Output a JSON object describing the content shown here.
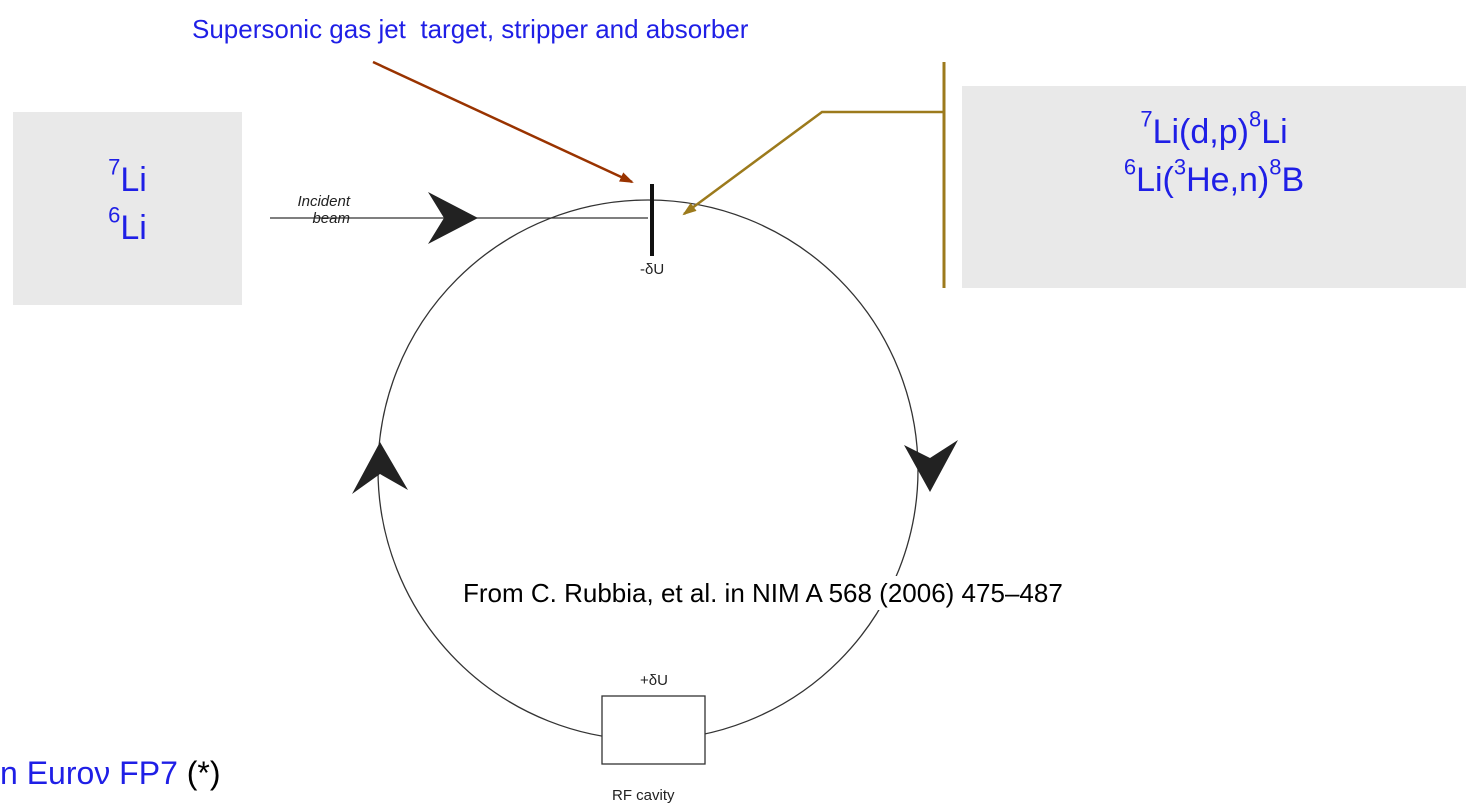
{
  "title": "Supersonic gas jet  target, stripper and absorber",
  "left_box": {
    "lines": [
      {
        "sup": "7",
        "text": "Li"
      },
      {
        "sup": "6",
        "text": "Li"
      }
    ]
  },
  "right_box": {
    "line1": {
      "sup1": "7",
      "text1": "Li(d,p)",
      "sup2": "8",
      "text2": "Li"
    },
    "line2": {
      "sup1": "6",
      "text1": "Li(",
      "sup2": "3",
      "text2": "He,n)",
      "sup3": "8",
      "text3": "B"
    }
  },
  "diagram": {
    "incident_label_1": "Incident",
    "incident_label_2": "beam",
    "minus_du": "-δU",
    "plus_du": "+δU",
    "rf_cavity": "RF cavity"
  },
  "citation": "From C. Rubbia, et al. in NIM A 568 (2006) 475–487",
  "bottom": {
    "blue_text": "n Euroν FP7",
    "black_text": " (*)"
  },
  "colors": {
    "blue_text": "#1f1fe6",
    "box_background": "#e9e9e9",
    "arrow_brown": "#993300",
    "arrow_gold": "#9c7a1c"
  }
}
